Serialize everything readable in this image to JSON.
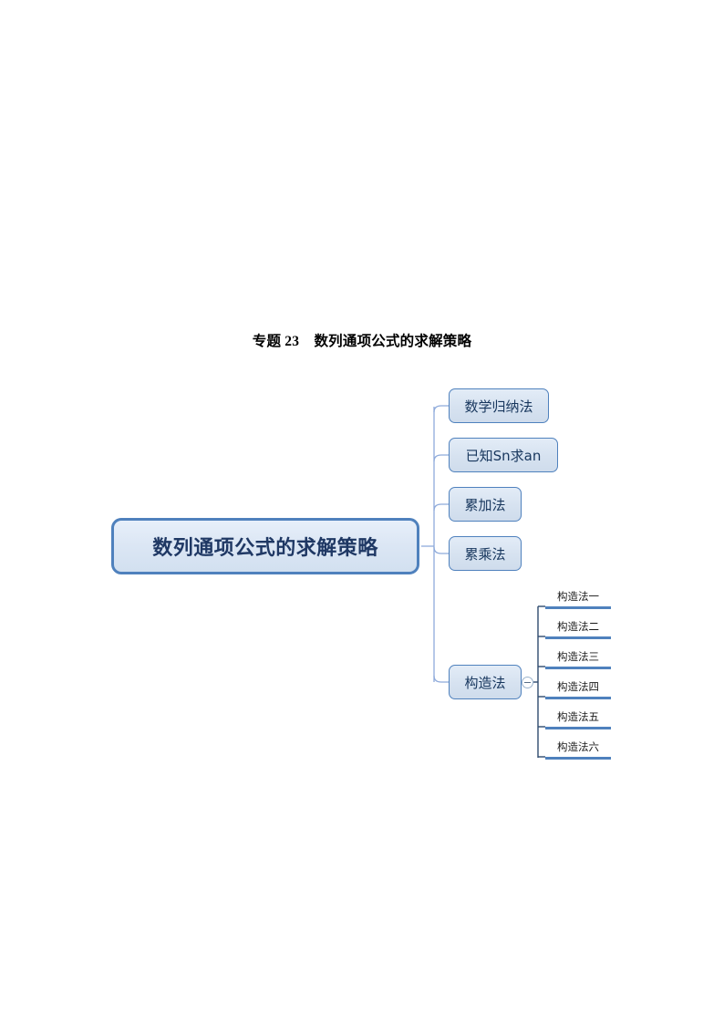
{
  "document": {
    "title": "专题 23    数列通项公式的求解策略",
    "background_color": "#ffffff"
  },
  "mindmap": {
    "root": {
      "label": "数列通项公式的求解策略",
      "fill_color": "#dbe6f4",
      "border_color": "#4f81bd",
      "text_color": "#1f3864"
    },
    "branches": [
      {
        "label": "数学归纳法"
      },
      {
        "label": "已知Sn求an"
      },
      {
        "label": "累加法"
      },
      {
        "label": "累乘法"
      },
      {
        "label": "构造法"
      }
    ],
    "subitems": [
      {
        "label": "构造法一"
      },
      {
        "label": "构造法二"
      },
      {
        "label": "构造法三"
      },
      {
        "label": "构造法四"
      },
      {
        "label": "构造法五"
      },
      {
        "label": "构造法六"
      }
    ],
    "toggle": {
      "icon": "minus-circle-icon",
      "state": "expanded"
    },
    "colors": {
      "node_fill": "#dbe6f4",
      "node_border": "#4f81bd",
      "connector": "#8eaadb",
      "subtree_connector": "#2f4b6e",
      "underline": "#4f81bd"
    }
  }
}
